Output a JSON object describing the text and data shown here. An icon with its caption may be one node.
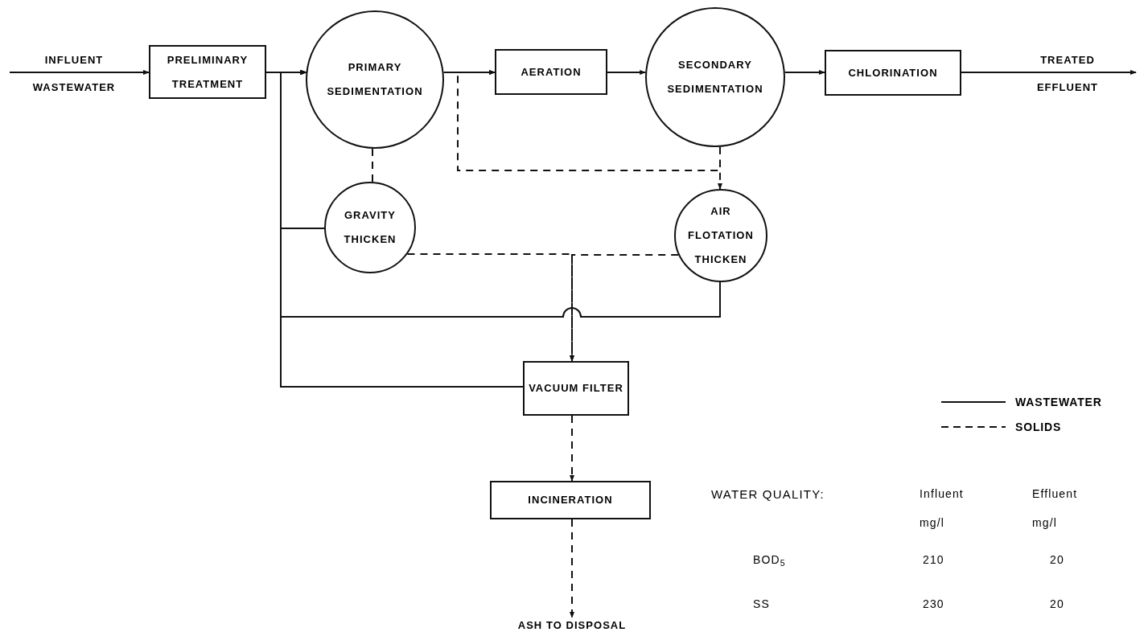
{
  "diagram": {
    "nodes": [
      {
        "text": [
          "PRELIMINARY TREATMENT"
        ]
      },
      {
        "text": [
          "PRIMARY SEDIMENTATION"
        ]
      },
      {
        "text": [
          "AERATION"
        ]
      },
      {
        "text": [
          "SECONDARY SEDIMENTATION"
        ]
      },
      {
        "text": [
          "CHLORINATION"
        ]
      },
      {
        "text": [
          "GRAVITY THICKEN"
        ]
      },
      {
        "text": [
          "AIR FLOTATION THICKEN"
        ]
      },
      {
        "text": [
          "VACUUM FILTER"
        ]
      },
      {
        "text": [
          "INCINERATION"
        ]
      },
      {
        "text": [
          "ASH TO DISPOSAL"
        ]
      }
    ],
    "edges": [
      {
        "from": null,
        "to": 0,
        "arrow": "to",
        "label": "INFLUENT WASTEWATER"
      },
      {
        "from": 0,
        "to": 1,
        "arrow": "to"
      },
      {
        "from": 1,
        "to": 2,
        "arrow": "to"
      },
      {
        "from": 2,
        "to": 3,
        "arrow": "to"
      },
      {
        "from": 3,
        "to": 4,
        "arrow": "to"
      },
      {
        "from": 4,
        "to": null,
        "arrow": "to",
        "label": "TREATED EFFLUENT"
      },
      {
        "from": 1,
        "to": 5,
        "arrow": "none",
        "style": "dashed"
      },
      {
        "from": 3,
        "to": 6,
        "arrow": "to",
        "style": "dashed"
      },
      {
        "from": 3,
        "to": 2,
        "arrow": "to",
        "style": "dashed"
      },
      {
        "from": 5,
        "to": 1,
        "arrow": "to"
      },
      {
        "from": 6,
        "to": 1,
        "arrow": "to"
      },
      {
        "from": 7,
        "to": 1,
        "arrow": "to"
      },
      {
        "from": 5,
        "to": 7,
        "arrow": "to",
        "style": "dashed"
      },
      {
        "from": 6,
        "to": 7,
        "arrow": "to",
        "style": "dashed"
      },
      {
        "from": 7,
        "to": 8,
        "arrow": "to",
        "style": "dashed"
      },
      {
        "from": 8,
        "to": 9,
        "arrow": "to",
        "style": "dashed"
      }
    ],
    "labels": [
      "WATER QUALITY:",
      "Influent",
      "Effluent",
      "mg/l",
      "mg/l",
      "BOD$_{5}$",
      "210",
      "20",
      "SS",
      "230",
      "20"
    ],
    "legend": [
      {
        "text": "WASTEWATER"
      },
      {
        "text": "SOLIDS"
      }
    ]
  }
}
